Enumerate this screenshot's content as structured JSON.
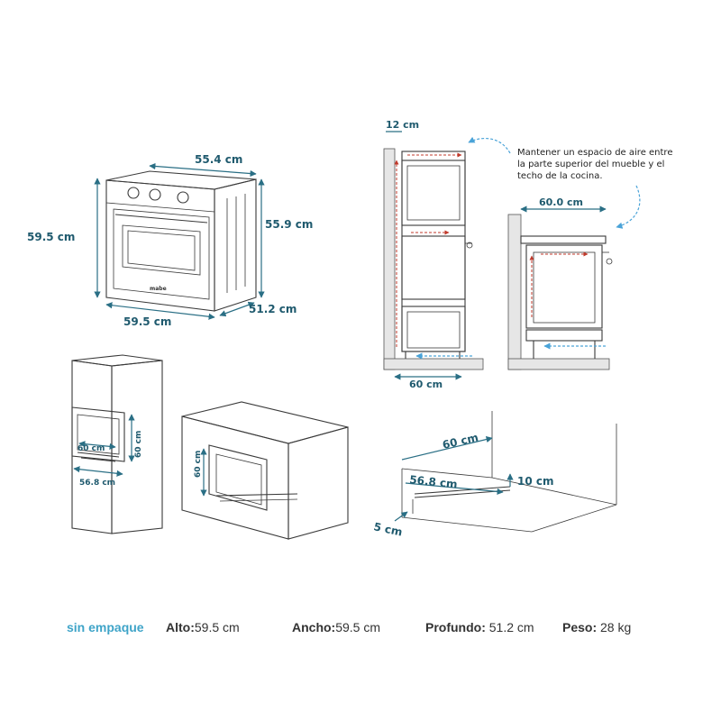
{
  "oven_view": {
    "width_top": "55.4 cm",
    "height_left": "59.5 cm",
    "height_right": "55.9 cm",
    "width_bottom": "59.5 cm",
    "depth": "51.2 cm",
    "brand": "mabe"
  },
  "column_view": {
    "top_gap": "12 cm",
    "width": "60.0 cm",
    "base_depth": "60 cm",
    "note": [
      "Mantener un espacio de aire entre",
      "la parte superior del mueble y el",
      "techo de la cocina."
    ]
  },
  "tall_cabinet": {
    "width": "60 cm",
    "height": "60 cm",
    "depth": "56.8 cm"
  },
  "under_counter": {
    "height": "60 cm"
  },
  "niche": {
    "depth_top": "60 cm",
    "depth": "56.8 cm",
    "gap_top": "10 cm",
    "gap_front": "5 cm"
  },
  "specs": {
    "title": "sin empaque",
    "alto_label": "Alto:",
    "alto_value": "59.5 cm",
    "ancho_label": "Ancho:",
    "ancho_value": "59.5 cm",
    "profundo_label": "Profundo:",
    "profundo_value": "51.2 cm",
    "peso_label": "Peso:",
    "peso_value": "28 kg"
  },
  "colors": {
    "accent": "#3fa4c8",
    "dimension": "#1f5a6e",
    "airflow": "#c0392b",
    "note_arrow": "#4aa3d8"
  }
}
